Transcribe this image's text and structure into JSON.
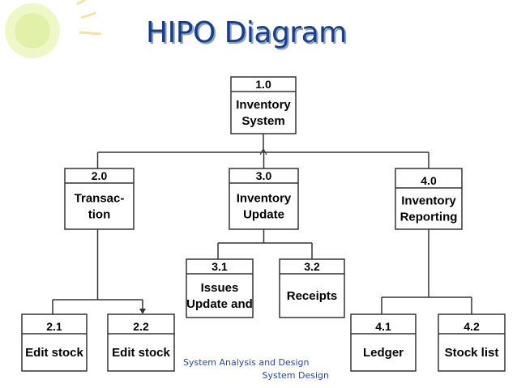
{
  "title": "HIPO Diagram",
  "footer": {
    "line1": "System Analysis and Design",
    "line2": "System Design"
  },
  "colors": {
    "title": "#1a3f8a",
    "title_shadow": "#8aa0c8",
    "lines": "#333333",
    "footer": "#274a9a",
    "decoration": "#e6f3b8"
  },
  "nodes": [
    {
      "id": "n1_0",
      "number": "1.0",
      "label": [
        "Inventory",
        "System"
      ]
    },
    {
      "id": "n2_0",
      "number": "2.0",
      "label": [
        "Transac-",
        "tion"
      ]
    },
    {
      "id": "n3_0",
      "number": "3.0",
      "label": [
        "Inventory",
        "Update"
      ]
    },
    {
      "id": "n4_0",
      "number": "4.0",
      "label": [
        "Inventory",
        "Reporting"
      ]
    },
    {
      "id": "n3_1",
      "number": "3.1",
      "label": [
        "Issues",
        "Update and"
      ]
    },
    {
      "id": "n3_2",
      "number": "3.2",
      "label": [
        "Receipts"
      ]
    },
    {
      "id": "n2_1",
      "number": "2.1",
      "label": [
        "Edit stock"
      ]
    },
    {
      "id": "n2_2",
      "number": "2.2",
      "label": [
        "Edit stock"
      ]
    },
    {
      "id": "n4_1",
      "number": "4.1",
      "label": [
        "Ledger"
      ]
    },
    {
      "id": "n4_2",
      "number": "4.2",
      "label": [
        "Stock list"
      ]
    }
  ]
}
